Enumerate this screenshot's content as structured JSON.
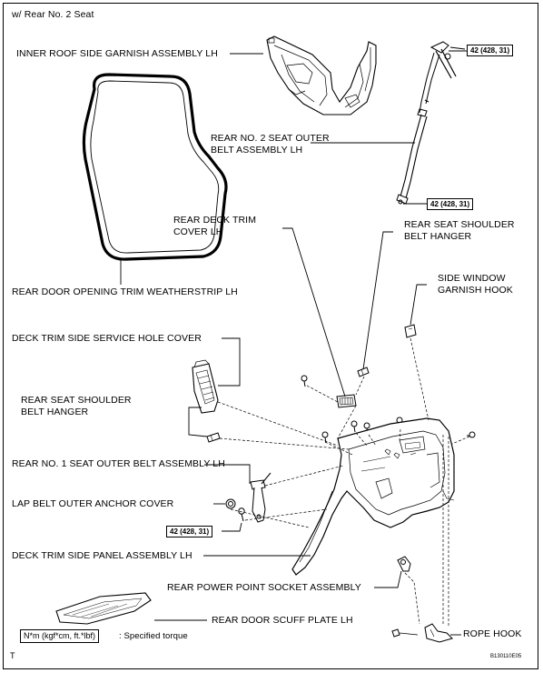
{
  "header": {
    "variant": "w/ Rear No. 2 Seat"
  },
  "labels": {
    "inner_roof_garnish": "INNER ROOF SIDE GARNISH ASSEMBLY LH",
    "rear_no2_belt_1": "REAR NO. 2 SEAT OUTER",
    "rear_no2_belt_2": "BELT ASSEMBLY LH",
    "rear_deck_trim_1": "REAR DECK TRIM",
    "rear_deck_trim_2": "COVER LH",
    "shoulder_hanger_top_1": "REAR SEAT SHOULDER",
    "shoulder_hanger_top_2": "BELT HANGER",
    "weatherstrip": "REAR DOOR OPENING TRIM WEATHERSTRIP LH",
    "side_window_hook_1": "SIDE WINDOW",
    "side_window_hook_2": "GARNISH HOOK",
    "service_hole_cover": "DECK TRIM SIDE SERVICE HOLE COVER",
    "shoulder_hanger_left_1": "REAR SEAT SHOULDER",
    "shoulder_hanger_left_2": "BELT HANGER",
    "rear_no1_belt": "REAR NO. 1 SEAT OUTER BELT ASSEMBLY LH",
    "lap_belt_cover": "LAP BELT OUTER ANCHOR COVER",
    "deck_trim_panel": "DECK TRIM SIDE PANEL ASSEMBLY LH",
    "power_point": "REAR POWER POINT SOCKET ASSEMBLY",
    "scuff_plate": "REAR DOOR SCUFF PLATE LH",
    "rope_hook": "ROPE HOOK"
  },
  "torque": {
    "top": "42 (428, 31)",
    "middle": "42 (428, 31)",
    "left": "42 (428, 31)"
  },
  "legend": {
    "unit_box": "N*m (kgf*cm, ft.*lbf)",
    "unit_text": ": Specified torque"
  },
  "footer": {
    "left_mark": "T",
    "figure_id": "B130110E05"
  }
}
